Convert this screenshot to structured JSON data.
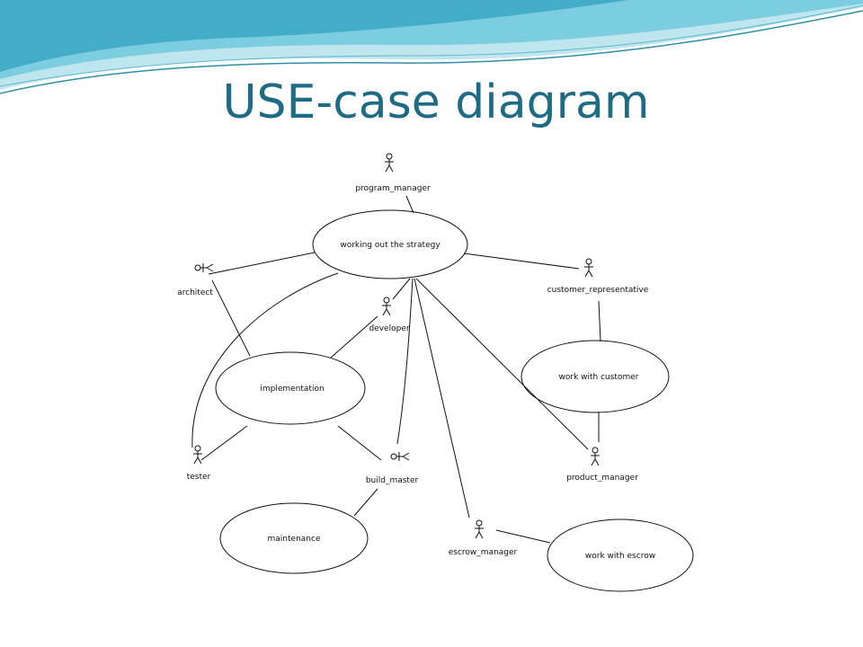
{
  "slide": {
    "title": "USE-case diagram"
  },
  "actors": {
    "program_manager": "program_manager",
    "architect": "architect",
    "developer": "developer",
    "customer_representative": "customer_representative",
    "tester": "tester",
    "build_master": "build_master",
    "product_manager": "product_manager",
    "escrow_manager": "escrow_manager"
  },
  "use_cases": {
    "working_out_the_strategy": "working out the strategy",
    "implementation": "implementation",
    "work_with_customer": "work with customer",
    "maintenance": "maintenance",
    "work_with_escrow": "work with escrow"
  },
  "colors": {
    "title": "#1e6b86",
    "wave_dark": "#3aa6c2",
    "wave_light": "#bfe6ee",
    "diagram_line": "#111111"
  }
}
